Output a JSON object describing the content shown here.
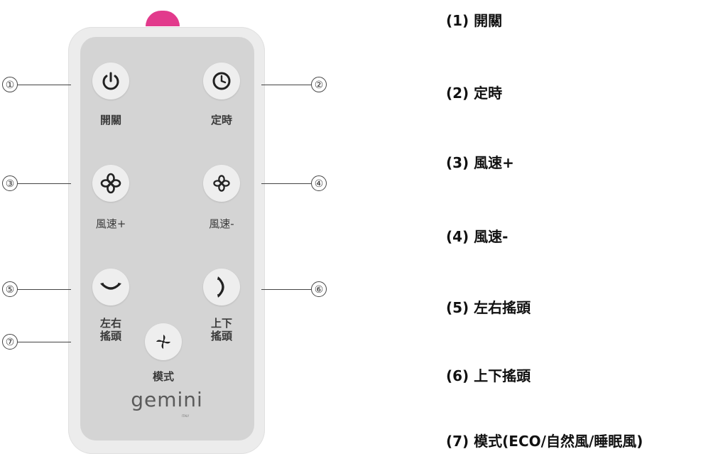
{
  "remote": {
    "buttons": [
      {
        "id": 1,
        "label": "開關",
        "icon": "power-icon"
      },
      {
        "id": 2,
        "label": "定時",
        "icon": "clock-icon"
      },
      {
        "id": 3,
        "label": "風速+",
        "icon": "fan-large-icon"
      },
      {
        "id": 4,
        "label": "風速-",
        "icon": "fan-small-icon"
      },
      {
        "id": 5,
        "label_line1": "左右",
        "label_line2": "搖頭",
        "icon": "swing-horizontal-icon"
      },
      {
        "id": 6,
        "label_line1": "上下",
        "label_line2": "搖頭",
        "icon": "swing-vertical-icon"
      },
      {
        "id": 7,
        "label": "模式",
        "icon": "pinwheel-icon"
      }
    ],
    "brand": "gemini",
    "brand_sub": "ITALY",
    "colors": {
      "led": "#e23a8c",
      "body": "#ececec",
      "panel": "#d4d4d4",
      "button": "#eeeeee"
    }
  },
  "callouts": [
    "①",
    "②",
    "③",
    "④",
    "⑤",
    "⑥",
    "⑦"
  ],
  "legend": [
    "(1) 開關",
    "(2) 定時",
    "(3) 風速+",
    "(4) 風速-",
    "(5) 左右搖頭",
    "(6) 上下搖頭",
    "(7) 模式(ECO/自然風/睡眠風)"
  ]
}
